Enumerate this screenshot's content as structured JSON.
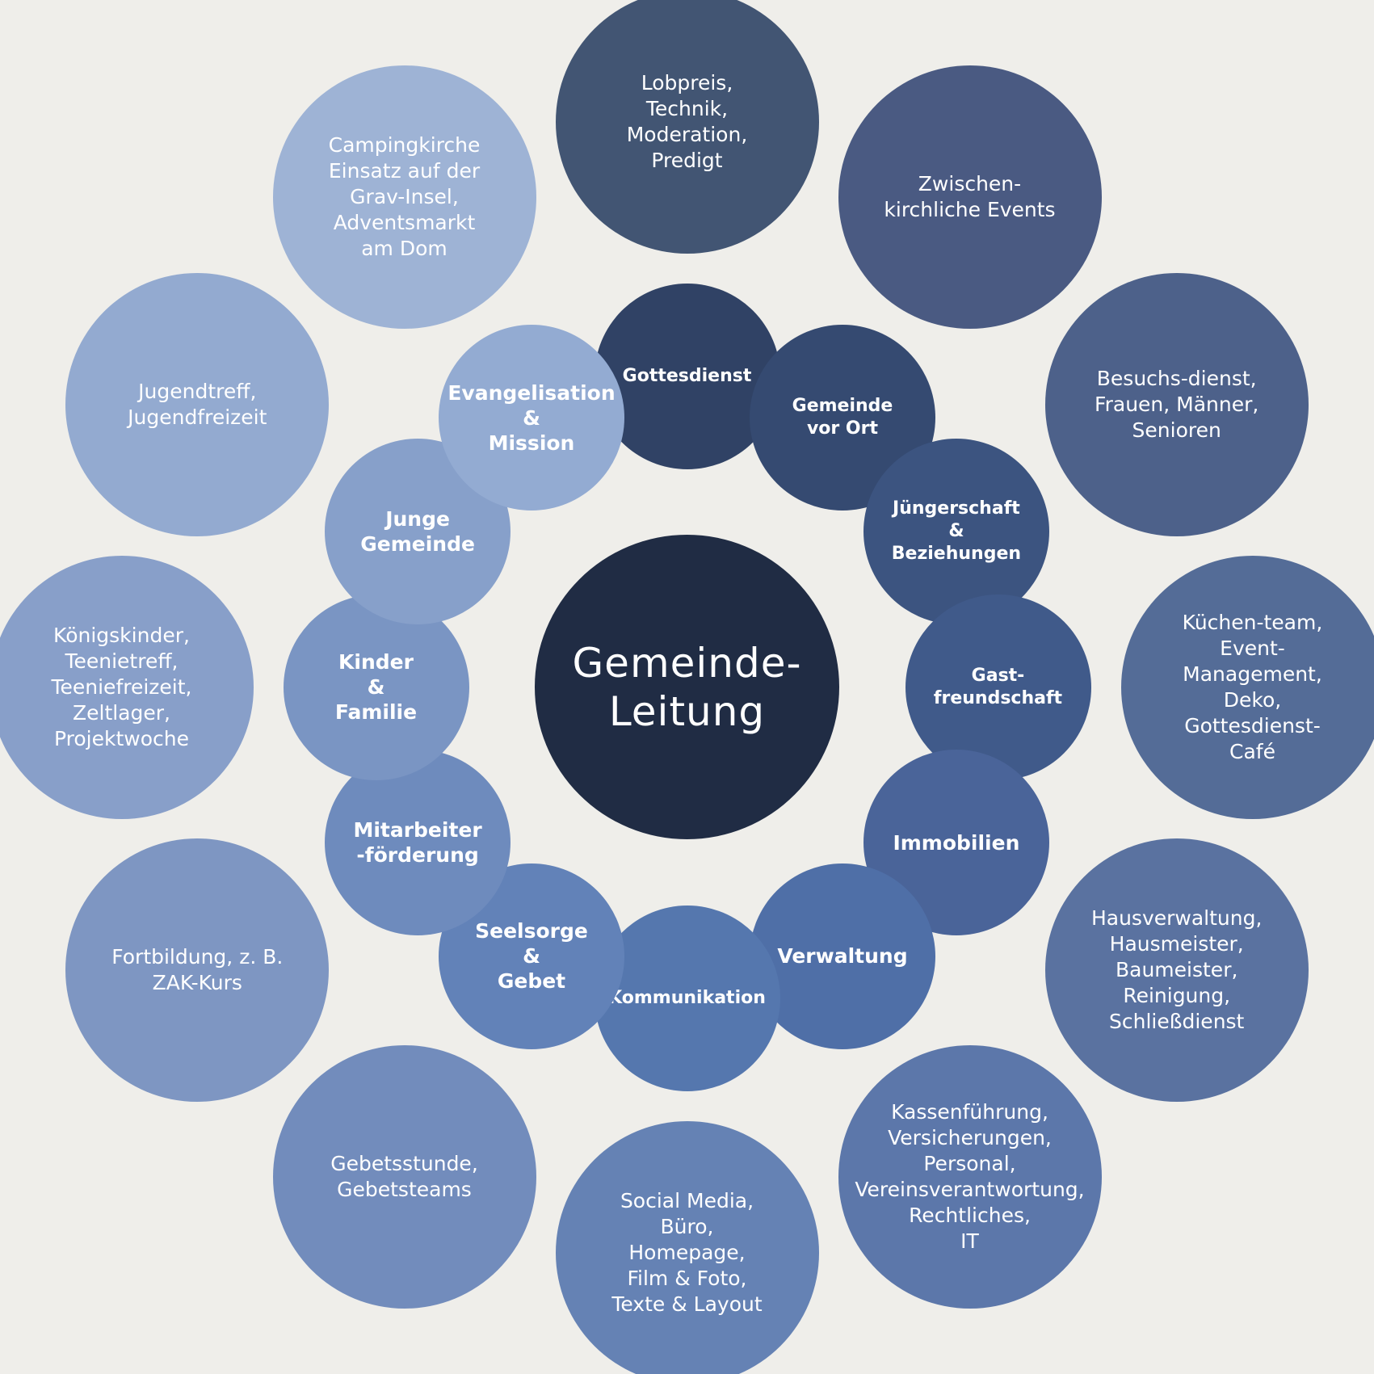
{
  "center": {
    "title": "Gemeinde-\nLeitung",
    "color": "#202c44"
  },
  "areas": [
    {
      "id": "gottesdienst",
      "label": "Gottesdienst",
      "details": "Lobpreis,\nTechnik,\nModeration,\nPredigt",
      "inner_color": "#304265",
      "outer_color": "#425573"
    },
    {
      "id": "gemeinde-vor-ort",
      "label": "Gemeinde\nvor Ort",
      "details": "Zwischen-\nkirchliche Events",
      "inner_color": "#354a71",
      "outer_color": "#4a5a82"
    },
    {
      "id": "juengerschaft",
      "label": "Jüngerschaft\n&\nBeziehungen",
      "details": "Besuchs-dienst,\nFrauen, Männer,\nSenioren",
      "inner_color": "#3c5480",
      "outer_color": "#4d618a"
    },
    {
      "id": "gastfreundschaft",
      "label": "Gast-\nfreundschaft",
      "details": "Küchen-team,\nEvent-\nManagement,\nDeko,\nGottesdienst-\nCafé",
      "inner_color": "#405a8a",
      "outer_color": "#546c97"
    },
    {
      "id": "immobilien",
      "label": "Immobilien",
      "details": "Hausverwaltung,\nHausmeister,\nBaumeister,\nReinigung,\nSchließdienst",
      "inner_color": "#4a6499",
      "outer_color": "#5a72a0"
    },
    {
      "id": "verwaltung",
      "label": "Verwaltung",
      "details": "Kassenführung,\nVersicherungen,\nPersonal,\nVereinsverantwortung,\nRechtliches,\nIT",
      "inner_color": "#4f6fa7",
      "outer_color": "#5c77aa"
    },
    {
      "id": "kommunikation",
      "label": "Kommunikation",
      "details": "Social Media,\nBüro,\nHomepage,\nFilm & Foto,\nTexte & Layout",
      "inner_color": "#5577ae",
      "outer_color": "#6582b4"
    },
    {
      "id": "seelsorge",
      "label": "Seelsorge\n&\nGebet",
      "details": "Gebetsstunde,\nGebetsteams",
      "inner_color": "#6282b8",
      "outer_color": "#728cbc"
    },
    {
      "id": "mitarbeiter",
      "label": "Mitarbeiter\n-förderung",
      "details": "Fortbildung, z. B.\nZAK-Kurs",
      "inner_color": "#6e8bbd",
      "outer_color": "#7e96c2"
    },
    {
      "id": "kinder",
      "label": "Kinder\n&\nFamilie",
      "details": "Königskinder,\nTeenietreff,\nTeeniefreizeit,\nZeltlager,\nProjektwoche",
      "inner_color": "#7a95c3",
      "outer_color": "#889fc9"
    },
    {
      "id": "junge-gemeinde",
      "label": "Junge\nGemeinde",
      "details": "Jugendtreff,\nJugendfreizeit",
      "inner_color": "#87a0ca",
      "outer_color": "#93aad0"
    },
    {
      "id": "evangelisation",
      "label": "Evangelisation\n&\nMission",
      "details": "Campingkirche\nEinsatz auf der\nGrav-Insel,\nAdventsmarkt\nam Dom",
      "inner_color": "#93abd2",
      "outer_color": "#9eb3d5"
    }
  ]
}
